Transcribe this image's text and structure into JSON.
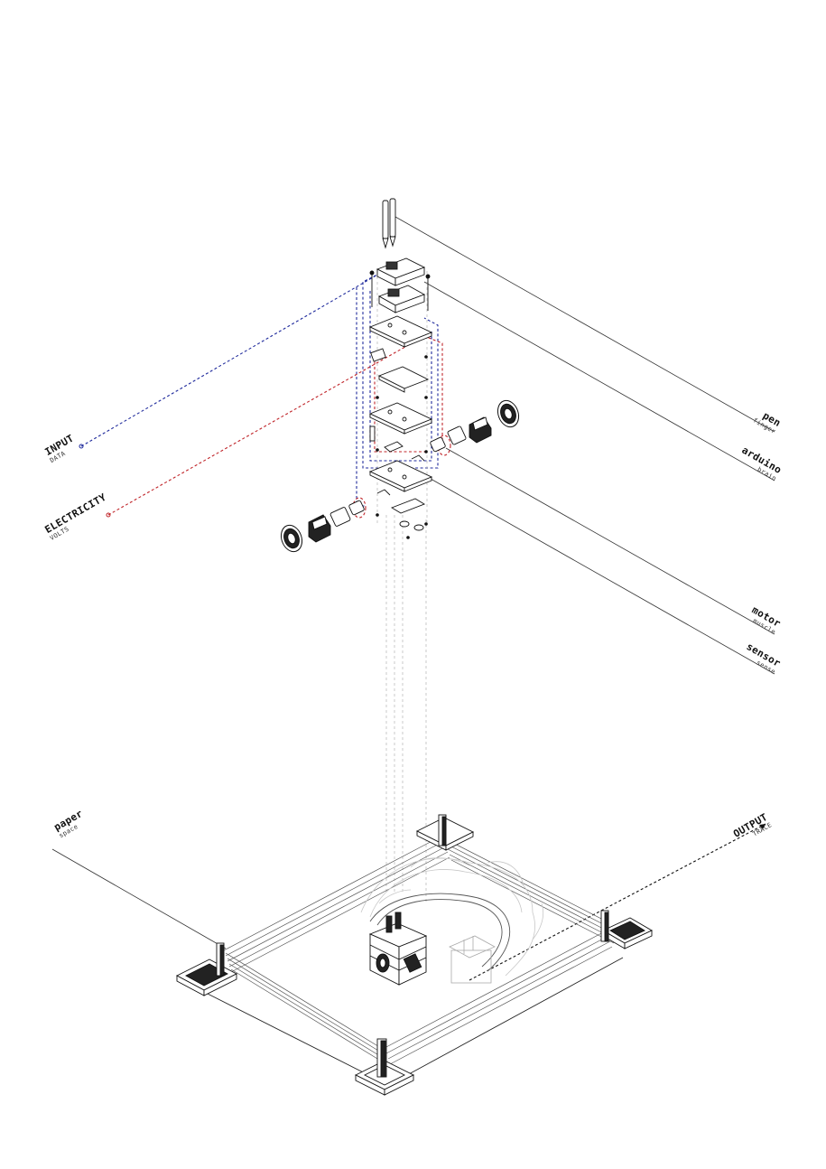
{
  "labels": {
    "input": {
      "main": "INPUT",
      "sub": "DATA"
    },
    "electricity": {
      "main": "ELECTRICITY",
      "sub": "VOLTS"
    },
    "pen": {
      "main": "pen",
      "sub": "finger"
    },
    "arduino": {
      "main": "arduino",
      "sub": "brain"
    },
    "motor": {
      "main": "motor",
      "sub": "muscle"
    },
    "sensor": {
      "main": "sensor",
      "sub": "sense"
    },
    "paper": {
      "main": "paper",
      "sub": "space"
    },
    "output": {
      "main": "OUTPUT",
      "sub": "TRACE"
    }
  },
  "colors": {
    "line": "#222222",
    "faint": "#9a9a9a",
    "data_wire": "#1f2a9c",
    "power_wire": "#c0252a"
  }
}
